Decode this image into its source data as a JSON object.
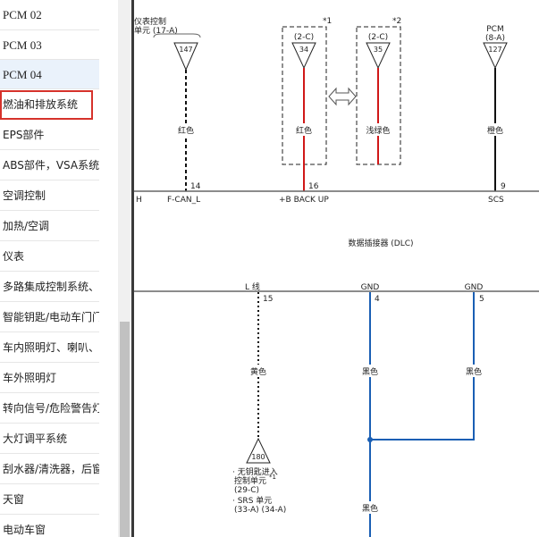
{
  "sidebar": {
    "items": [
      {
        "label": "PCM 02"
      },
      {
        "label": "PCM 03"
      },
      {
        "label": "PCM 04"
      },
      {
        "label": "燃油和排放系统"
      },
      {
        "label": "EPS部件"
      },
      {
        "label": "ABS部件，VSA系统部"
      },
      {
        "label": "空调控制"
      },
      {
        "label": "加热/空调"
      },
      {
        "label": "仪表"
      },
      {
        "label": "多路集成控制系统、无"
      },
      {
        "label": "智能钥匙/电动车门门锁"
      },
      {
        "label": "车内照明灯、喇叭、附"
      },
      {
        "label": "车外照明灯"
      },
      {
        "label": "转向信号/危险警告灯，"
      },
      {
        "label": "大灯调平系统"
      },
      {
        "label": "刮水器/清洗器，后窗除"
      },
      {
        "label": "天窗"
      },
      {
        "label": "电动车窗"
      }
    ]
  },
  "diagram": {
    "top_connectors": [
      {
        "header": "仪表控制",
        "header2": "单元 (17-A)",
        "pin": "147",
        "wire_color": "红色",
        "pin_no": "14",
        "signal": "F-CAN_L"
      },
      {
        "header": "(2-C)",
        "note": "*1",
        "pin": "34",
        "wire_color": "红色",
        "pin_no": "16",
        "signal": "+B BACK UP"
      },
      {
        "header": "(2-C)",
        "note": "*2",
        "pin": "35",
        "wire_color": "浅绿色",
        "pin_no": "",
        "signal": ""
      },
      {
        "header": "PCM",
        "header2": "(8-A)",
        "pin": "127",
        "wire_color": "橙色",
        "pin_no": "9",
        "signal": "SCS"
      }
    ],
    "left_edge_label": "H",
    "dlc_label": "数据插接器 (DLC)",
    "bottom_pins": [
      {
        "signal": "L 线",
        "pin_no": "15",
        "wire_color": "黄色"
      },
      {
        "signal": "GND",
        "pin_no": "4",
        "wire_color": "黑色"
      },
      {
        "signal": "GND",
        "pin_no": "5",
        "wire_color": "黑色"
      }
    ],
    "lower_wire_color": "黑色",
    "bottom_connector": {
      "pin": "180",
      "line1": "· 无钥匙进入",
      "line2": "控制单元",
      "note": "*1",
      "line3": "(29-C)",
      "line4": "· SRS 单元",
      "line5": "(33-A) (34-A)"
    }
  }
}
